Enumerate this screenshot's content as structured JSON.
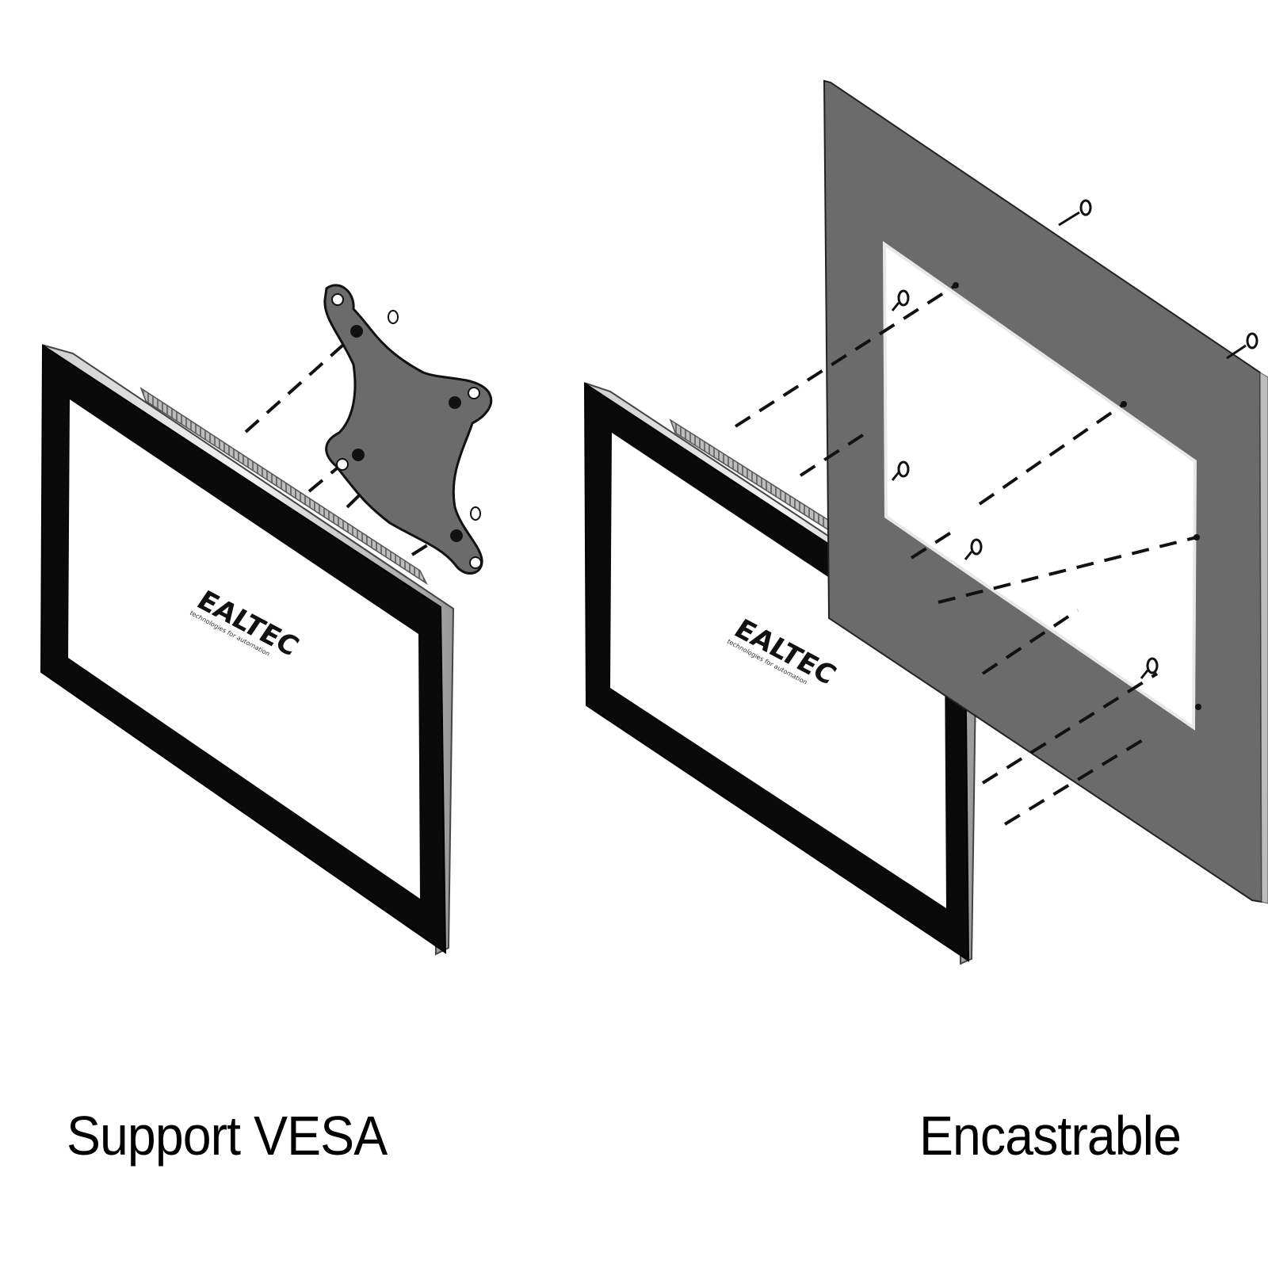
{
  "captions": {
    "vesa": "Support VESA",
    "encastrable": "Encastrable"
  },
  "logo": {
    "brand": "EALTEC",
    "tagline": "technologies for automation"
  },
  "colors": {
    "bezel": "#0a0a0a",
    "screen": "#ffffff",
    "panel_gray": "#6b6b6b",
    "outline": "#1a1a1a",
    "dash": "#111111",
    "background": "#ffffff"
  }
}
